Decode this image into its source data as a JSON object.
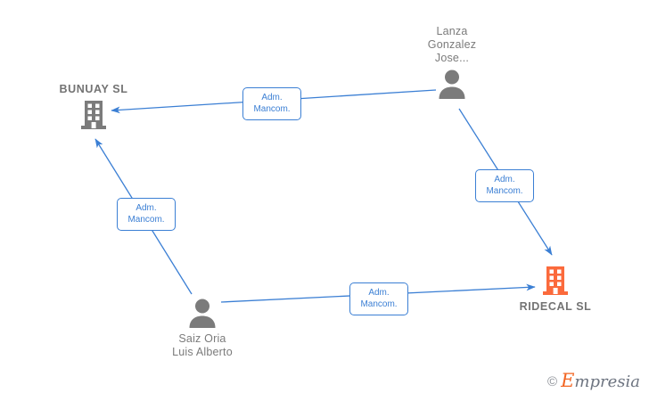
{
  "diagram": {
    "title": "Corporate relationship diagram",
    "colors": {
      "edge": "#3b7fd4",
      "company_icon": "#7b7b7b",
      "company_icon_highlight": "#fb6a3c",
      "person_icon": "#7b7b7b",
      "label_text": "#7b7b7b",
      "edge_label_text": "#3b7fd4",
      "background": "#ffffff"
    },
    "nodes": [
      {
        "id": "bunuay",
        "name": "BUNUAY SL",
        "type": "company",
        "icon": "building-icon",
        "icon_color": "#7b7b7b",
        "label_position": "above"
      },
      {
        "id": "lanza",
        "name": "Lanza\nGonzalez\nJose...",
        "type": "person",
        "icon": "person-icon",
        "icon_color": "#7b7b7b",
        "label_position": "above"
      },
      {
        "id": "ridecal",
        "name": "RIDECAL SL",
        "type": "company",
        "icon": "building-icon",
        "icon_color": "#fb6a3c",
        "label_position": "below"
      },
      {
        "id": "saiz",
        "name": "Saiz Oria\nLuis Alberto",
        "type": "person",
        "icon": "person-icon",
        "icon_color": "#7b7b7b",
        "label_position": "below"
      }
    ],
    "edges": [
      {
        "id": "e1",
        "from": "lanza",
        "to": "bunuay",
        "label": "Adm.\nMancom."
      },
      {
        "id": "e2",
        "from": "lanza",
        "to": "ridecal",
        "label": "Adm.\nMancom."
      },
      {
        "id": "e3",
        "from": "saiz",
        "to": "bunuay",
        "label": "Adm.\nMancom."
      },
      {
        "id": "e4",
        "from": "saiz",
        "to": "ridecal",
        "label": "Adm.\nMancom."
      }
    ]
  },
  "watermark": {
    "copyright": "©",
    "brand_initial": "E",
    "brand_rest": "mpresia"
  }
}
